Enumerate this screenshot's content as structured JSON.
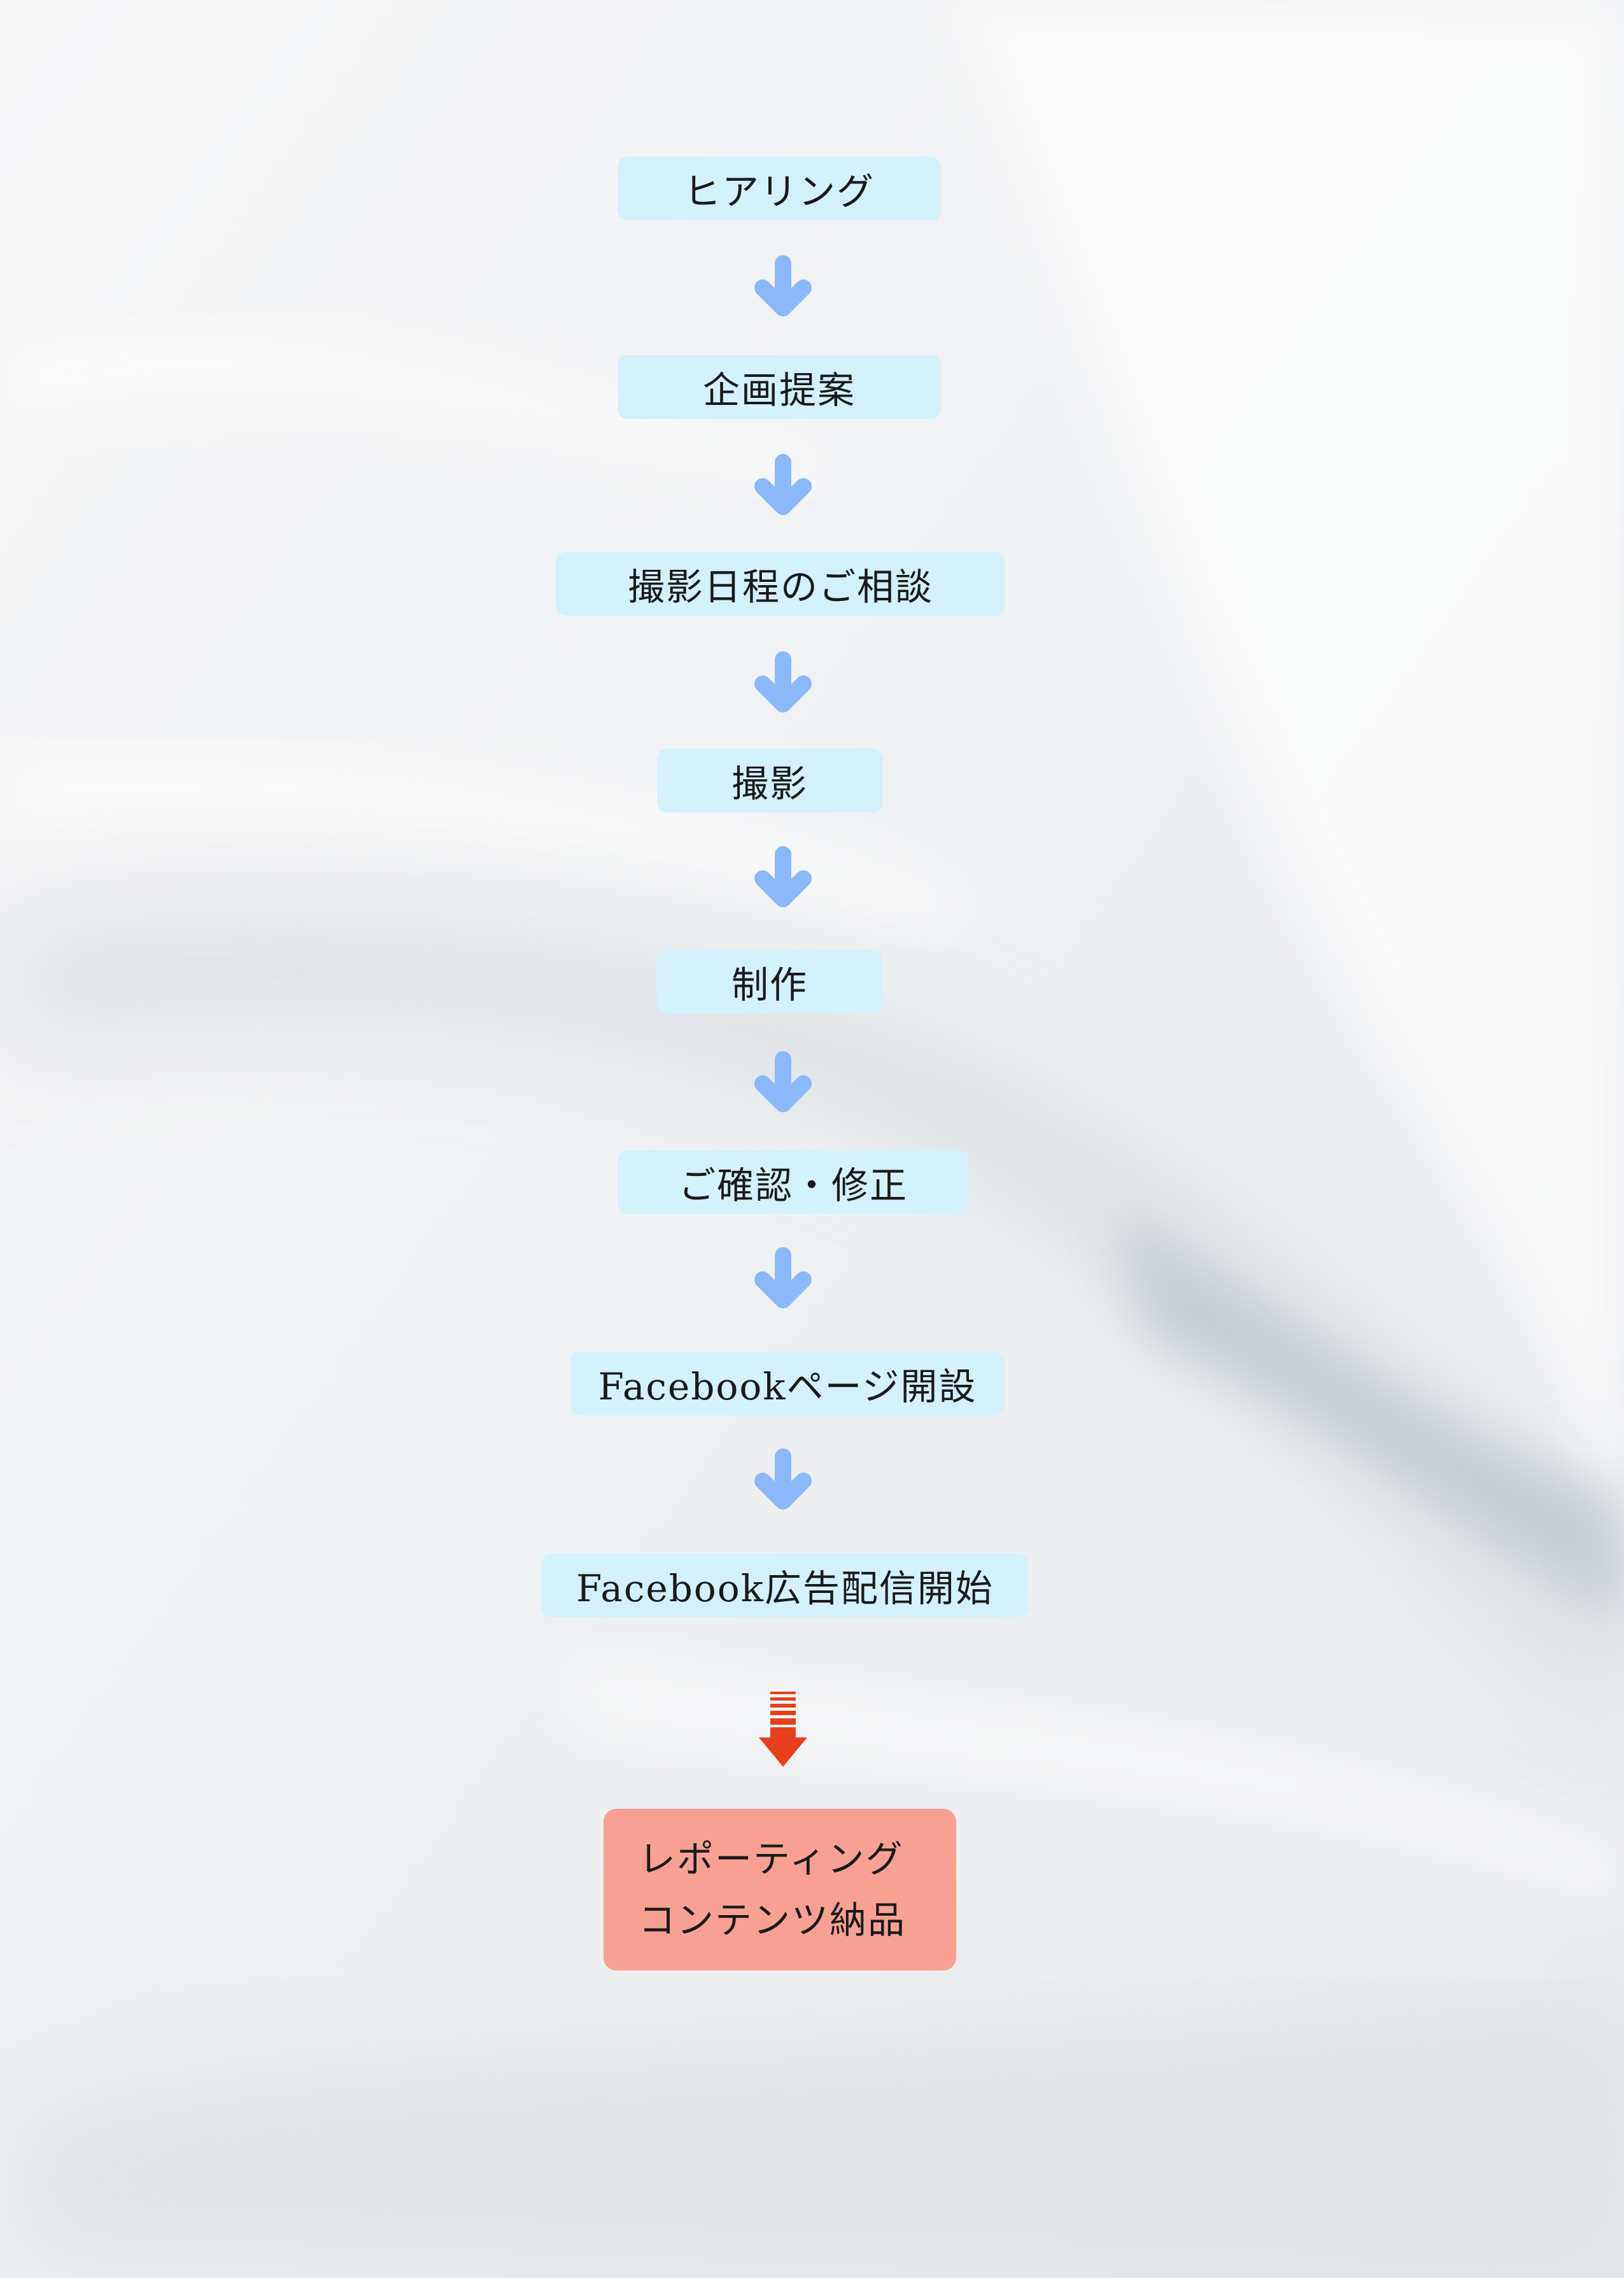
{
  "steps": [
    {
      "label": "ヒアリング"
    },
    {
      "label": "企画提案"
    },
    {
      "label": "撮影日程のご相談"
    },
    {
      "label": "撮影"
    },
    {
      "label": "制作"
    },
    {
      "label": "ご確認・修正"
    },
    {
      "label": "Facebookページ開設"
    },
    {
      "label": "Facebook広告配信開始"
    }
  ],
  "final": {
    "line1": "レポーティング",
    "line2": "コンテンツ納品"
  },
  "colors": {
    "step_box": "#d3f0fb",
    "step_arrow": "#8ab8f8",
    "final_box": "#f8a193",
    "final_arrow": "#e8401c"
  },
  "icons": {
    "step_arrow": "chevron-down-arrow-icon",
    "final_arrow": "striped-down-arrow-icon"
  }
}
